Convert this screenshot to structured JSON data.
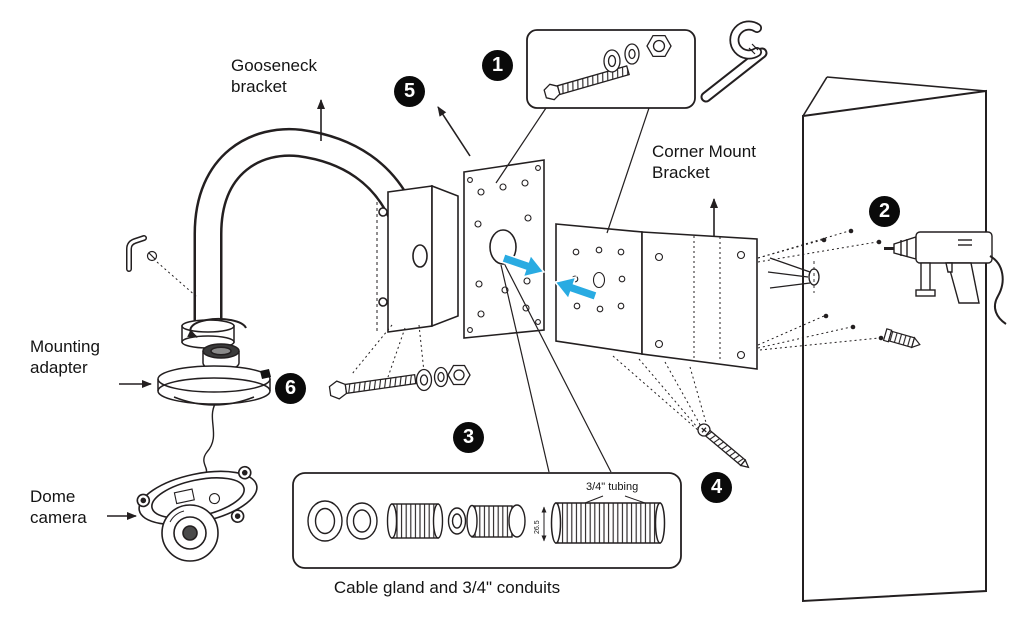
{
  "labels": {
    "gooseneck": "Gooseneck\nbracket",
    "corner_mount": "Corner Mount\nBracket",
    "mounting_adapter": "Mounting\nadapter",
    "dome_camera": "Dome\ncamera",
    "cable_gland_caption": "Cable gland and 3/4\" conduits",
    "tubing": "3/4\" tubing",
    "tube_dimension": "26.5"
  },
  "steps": [
    "1",
    "2",
    "3",
    "4",
    "5",
    "6"
  ],
  "colors": {
    "line": "#231F20",
    "accent_arrow": "#29ABE2",
    "badge_bg": "#0a0a0a",
    "badge_text": "#ffffff",
    "background": "#ffffff"
  }
}
